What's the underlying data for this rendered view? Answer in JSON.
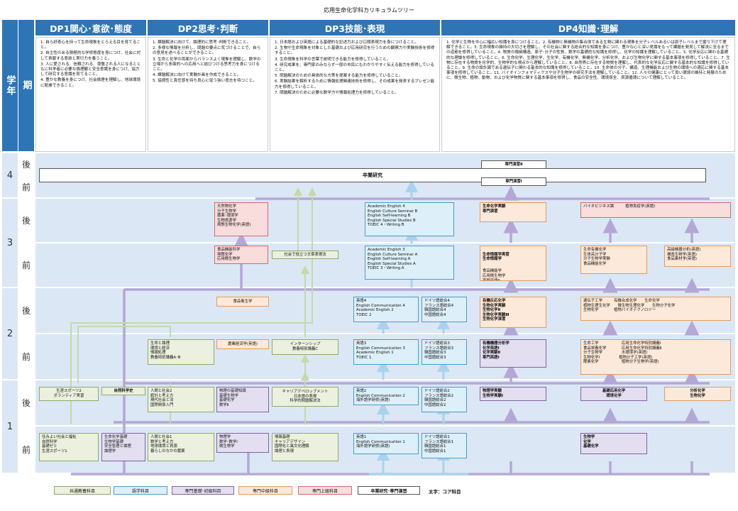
{
  "title": "応用生命化学科カリキュラムツリー",
  "header": {
    "grade": "学年",
    "term": "期"
  },
  "columns": [
    {
      "label": "DP1関心･意欲･態度",
      "items": [
        "1. 自ら好奇心を持って生命現象をとらえる目を育てること。",
        "2. 自主性のある積極的な学修態度を身につけ、社会に対して貢献する意欲と実行力を養うこと。",
        "3. 人に愛される、信頼される、尊敬される人になるとともに科学者に必要な倫理観と安全意識を身につけ、協力して研究する意識を育てること。",
        "4. 豊かな教養を身につけ、社会倫理を理解し、地球環境に配慮できること。"
      ]
    },
    {
      "label": "DP2思考･判断",
      "items": [
        "1. 課題解決に向けて、論理的に思考･判断できること。",
        "2. 多様な情報を分析し、問題の要点に気づけることで、自らの意見を述べることができること。",
        "3. 生命と化学の両面からバランスよく現象を理解し、数学の立場から多面的への応用へと結びつける思考力を身につけること。",
        "4. 課題解決に向けて実験計画を作成できること。",
        "5. 協調性と責任感を持ち良心に従う強い意志を持つこと。"
      ]
    },
    {
      "label": "DP3技能･表現",
      "items": [
        "1. 日本語および英語による基礎的な記述力および口頭表現力を身につけること。",
        "2. 生物や生命現象を対象とした基礎および応用研究を行うための観察力や実験技術を修得すること。",
        "3. 生命現象を科学の言葉で説明できる能力を修得していること。",
        "4. 研究成果を、専門家のみならず一般の市民にもわかりやすく伝える能力を修得していること。",
        "5. 問題解決のための具体的な方策を提案する能力を修得していること。",
        "6. 実験結果を解析するために情報処理関連技術を修得し、その成果を発表するプレゼン能力を修得していること。",
        "7. 問題解決のために必要な数学力や情報処理力を修得していること。"
      ]
    },
    {
      "label": "DP4知識･理解",
      "items": [
        "1. 化学と生物を中心に幅広い知識を身につけること。2. 有機物と無機物の集合体である生物に関わる現象を分子レベルあるいは原子レベルまで掘り下げて理解できること。3. 生命現象の維持の大切さを理解し、その社会に関する総合的な知識を身につけ、豊かな心と深い見識をもって課題を発見して解決に至るまでの道筋を修得していること。4. 物質の微細構造、原子･分子の性質、数学の基礎的な知識を修得し、化学の知識を理解していること。5. 化学反応に関わる基礎的な理論を修得していること。6. 生命化学、生理化学、生化学、有機化学、無機化学、分析化学、および生物化学に関する基本事項を修得していること。7. 生物に存在する物質を化学的、生物学的な視点から理解していること。8. 自然界に存在する物質を理解し、代表的な化学反応に関する基本的な知識を修得していること。9. 生命の設計図である遺伝子に関わる基本的な知識を修得していること。10. 生命体の分子、構造、生理機能および生物の環境への適応に関する基本事項を修得していること。11. バイオインフォマティクスや分子生物学の研究手法を理解していること。12. 人々の健康にとって良い環境の維持と発展のために、微生物、植物、動物、および化学物質に関する基本事項を修得し、食品の安全性、環境保全、資源循環について理解していること。"
      ]
    }
  ],
  "rows": [
    {
      "grade": "4",
      "terms": [
        "後",
        "前"
      ]
    },
    {
      "grade": "3",
      "terms": [
        "後",
        "前"
      ]
    },
    {
      "grade": "2",
      "terms": [
        "後",
        "前"
      ]
    },
    {
      "grade": "1",
      "terms": [
        "後",
        "前"
      ]
    }
  ],
  "boxes": {
    "thesis": "卒業研究",
    "sem2": "専門演習Ⅱ",
    "sem1": "専門演習Ⅰ",
    "y3l_dp2": "天然物化学\n分子生物学\n農薬･環境学\n生物資源学\n病態生物化学(英語)",
    "y3l_dp3": "Academic English 4\nEnglish Culture Seminar B\nEnglish Self-learning B\nEnglish Special Studies B\nTOEIC 4・Writing B",
    "y3l_dp4a": "生命化学実験\n専門演習",
    "y3l_dp4b": "バイオビジネス論　　　植物免疫学(英語)",
    "y3f_dp2": "食品機能科学\n発酵化学\n応用微生物学",
    "y3f_dp3a": "社会で役立つ文章表現法",
    "y3f_dp3b": "Academic English 3\nEnglish Culture Seminar A\nEnglish Self-learning A\nEnglish Special Studies A\nTOEIC 3・Writing A",
    "y3f_dp4a": "生命情報学実習\n生命情報学",
    "y3f_dp4a2": "食品機能学\n応用微生物学\n専門英語Ⅱ",
    "y3f_dp4b": "生命有機化学\n生体高分子学\n分子生物学実験\n食品機能化学",
    "y3f_dp4c": "高級機器分析(英語)\n構造生物学(英語)\n食品素材学(英語)",
    "y2l_dp2": "食品衛生学",
    "y2l_dp3a": "英語4\nEnglish Communication 4\nAcademic English 2\nTOEIC 2",
    "y2l_dp3b": "ドイツ語総合4\nフランス語総合4\n韓国語総合4\n中国語総合4",
    "y2l_dp4a": "有機反応化学\n生物化学実験\n生物化学Ⅱ\n生物化学実験Ⅲ\n生物化学演習",
    "y2l_dp4b": "遺伝子工学　　　有機合成化学　　生命化学\n植物生理生化学　　微生物生理化学　　生物分子化学\n生物化学　　　　植物バイオテクノロジー",
    "y2f_dp2a": "生命と論理\n環境と経済\n情報処理\n教養特別講義A･B",
    "y2f_dp2b": "農業経済学(英語)",
    "y2f_dp3a": "インターンシップ\n教養特別講義C",
    "y2f_dp3b": "英語3\nEnglish Communication 3\nAcademic English 1\nTOEIC 1",
    "y2f_dp3c": "ドイツ語総合3\nフランス語総合3\n韓国語総合3\n中国語総合3",
    "y2f_dp4a": "有機機器分析学\n化学英語Ⅰ\n化学実験Ⅱ\n専門英語Ⅰ",
    "y2f_dp4b": "生命工学　　　　　　応用生命化学特別講義Ⅰ\n食品栄養化学　　　　応用生命化学特別講義Ⅱ\n分子生物学　　　　　水環境学(英語)\n生物化学Ⅰ　　　　　植物分子工学(英語)\n酵素化学　　　　　　植物分子生物学(英語)",
    "y1l_dp1a": "生涯スポーツ2\nボランティア実習",
    "y1l_dp1b": "自然科学史",
    "y1l_dp2a": "人間と社会2\n統計と考え方\n現代社会と法\n国際関係入門",
    "y1l_dp2b": "物理の基礎知識\n基礎生物学\n基礎化学\n数学Ⅱ",
    "y1l_dp3a": "キャリアデベロップメント\n日本語の表現\n科学的問題解決法",
    "y1l_dp3b": "英語2\nEnglish Communication 2\n海外語学研修(英語)",
    "y1l_dp3c": "ドイツ語総合2\nフランス語総合2\n韓国語総合2\n中国語総合2",
    "y1l_dp4a": "物理学実験\n生物学実験Ⅰ",
    "y1l_dp4b": "基礎応用化学\n環境化学",
    "y1l_dp4c": "分析化学\n生物化学",
    "y1f_dp1a": "住みよい社会と福祉\n自然科学\n基礎ゼミ\n生涯スポーツ1",
    "y1f_dp1b": "生命化学基礎\n生物学基礎\n安全管理と倫理\n論理学",
    "y1f_dp2a": "人間と社会1\n数学と考え方\n地球環境と資源\n暮らしのなかの農薬",
    "y1f_dp2b": "物理学\n数学･数学Ⅰ\n微生物学",
    "y1f_dp3a": "情報基礎\nキャリアデザイン\n国際化と異文化理解\n論理と表現",
    "y1f_dp3b": "英語1\nEnglish Communication 1\n海外語学研修(英語)",
    "y1f_dp3c": "ドイツ語総合1\nフランス語総合1\n韓国語総合1\n中国語総合1",
    "y1f_dp4": "生物学\n化学\n基礎化学"
  },
  "legend": {
    "common": "共通教養科目",
    "language": "語学科目",
    "basic": "専門基礎･初級科目",
    "mid": "専門中級科目",
    "adv": "専門上級科目",
    "seminar": "卒業研究･専門演習",
    "note": "太字：コア科目"
  },
  "colors": {
    "header": "#2e75b6",
    "band": "#dbe7f5",
    "common": "#ebf1de",
    "language": "#ddeff8",
    "basic": "#e4dff0",
    "mid": "#fde9d9",
    "adv": "#f9dcdc",
    "purple_line": "#b4a7d6",
    "blue_line": "#a9d3ec",
    "green_line": "#c6d9a5"
  }
}
